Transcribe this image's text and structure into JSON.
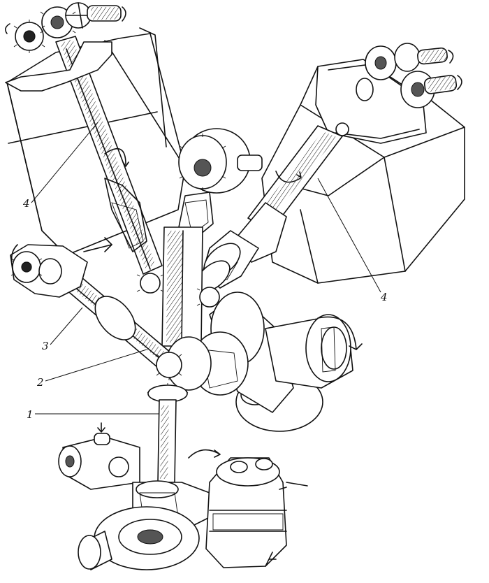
{
  "callouts": {
    "c1": "1",
    "c2": "2",
    "c3": "3",
    "c4_left": "4",
    "c4_right": "4"
  },
  "colors": {
    "ink": "#111111",
    "paper": "#ffffff"
  }
}
